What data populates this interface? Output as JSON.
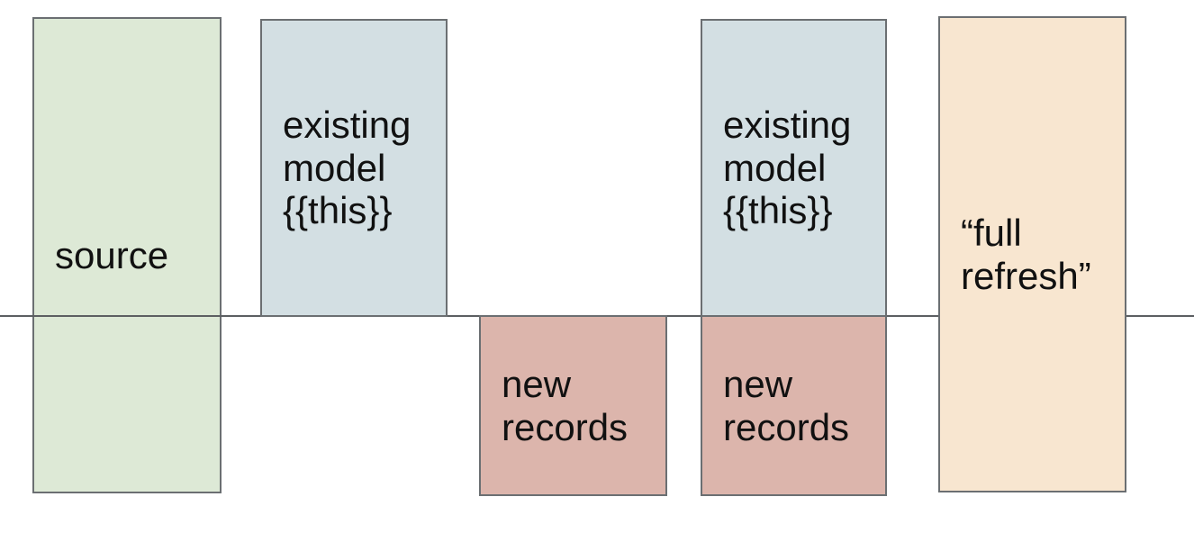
{
  "diagram": {
    "boxes": [
      {
        "id": "source",
        "label": "source",
        "role": "source-table"
      },
      {
        "id": "existing-model-1",
        "label": "existing model {{this}}",
        "role": "existing-model"
      },
      {
        "id": "new-records-1",
        "label": "new records",
        "role": "incremental-new-records"
      },
      {
        "id": "existing-model-2",
        "label": "existing model {{this}}",
        "role": "existing-model"
      },
      {
        "id": "new-records-2",
        "label": "new records",
        "role": "incremental-new-records"
      },
      {
        "id": "full-refresh",
        "label": "“full refresh”",
        "role": "full-refresh-table"
      }
    ],
    "divider": {
      "type": "horizontal-line",
      "color": "#5c5f62"
    },
    "colors": {
      "source_green": "#dde9d6",
      "existing_model_blue": "#d3dfe3",
      "new_records_rose": "#dcb5ac",
      "full_refresh_peach": "#f8e6d0",
      "box_border": "#6b6f72",
      "text": "#111111",
      "background": "#ffffff"
    }
  }
}
